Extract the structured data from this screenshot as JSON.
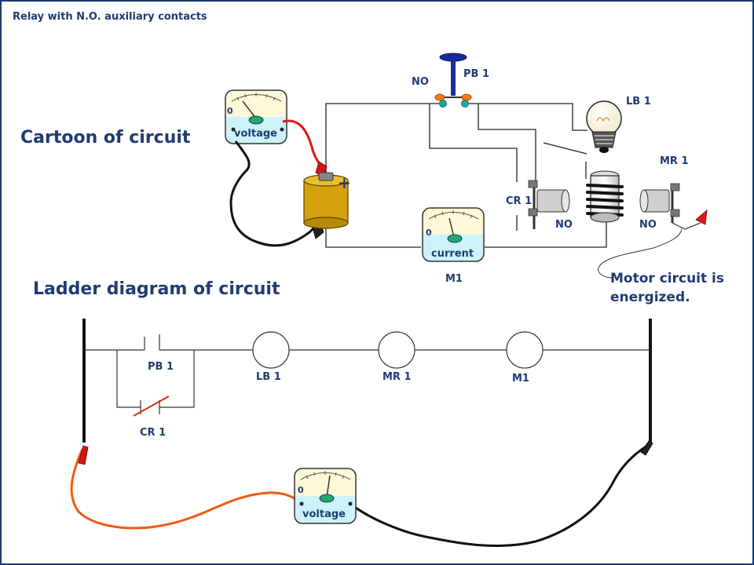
{
  "title": "Relay with N.O. auxiliary contacts",
  "headings": {
    "cartoon": "Cartoon of circuit",
    "ladder": "Ladder diagram of circuit"
  },
  "cartoon": {
    "pb_label": "PB 1",
    "pb_no_label": "NO",
    "lb_label": "LB 1",
    "mr_label": "MR 1",
    "cr_label": "CR 1",
    "cr_no_label": "NO",
    "mr_no_label": "NO",
    "m1_label": "M1",
    "voltmeter_label": "voltage",
    "voltmeter_zero": "0",
    "ammeter_label": "current",
    "ammeter_zero": "0",
    "battery_plus": "+"
  },
  "note": {
    "line1": "Motor circuit is",
    "line2": "energized."
  },
  "ladder": {
    "pb_label": "PB 1",
    "cr_label": "CR 1",
    "lb_label": "LB 1",
    "mr_label": "MR 1",
    "m1_label": "M1",
    "voltmeter_label": "voltage",
    "voltmeter_zero": "0"
  },
  "colors": {
    "label_text": "#1f3b73",
    "meter_face_top": "#fdf8d8",
    "meter_face_bottom": "#ccf3fa",
    "battery": "#d4a10c",
    "red_lead": "#e01818",
    "orange_lead": "#f05a10",
    "pushbutton_cap": "#1a2a9a",
    "contact_dots": "#1aaa98",
    "border": "#1a3a6b"
  }
}
